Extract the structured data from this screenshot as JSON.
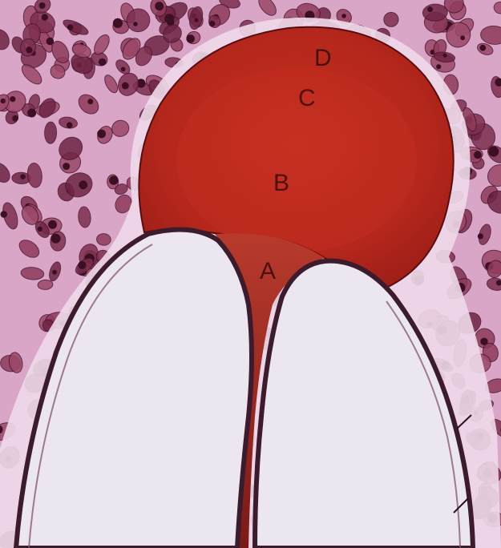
{
  "figure": {
    "labels": {
      "a": "A",
      "b": "B",
      "c": "C",
      "d": "D"
    },
    "colors": {
      "page_background": "#ffffff",
      "tissue_background": "#d9a6c8",
      "halo": "#eedaea",
      "cell_fill": "#8e3b5b",
      "cell_dark": "#3d0f22",
      "lesion_red": "#b8281e",
      "lesion_inner": "#c83224",
      "lesion_outline": "#5a0d10",
      "pale_lobe": "#ece6f0",
      "lobe_outline": "#3b1b2c",
      "stalk": "#8c1f1b",
      "label_text": "#3a0a0a"
    }
  }
}
